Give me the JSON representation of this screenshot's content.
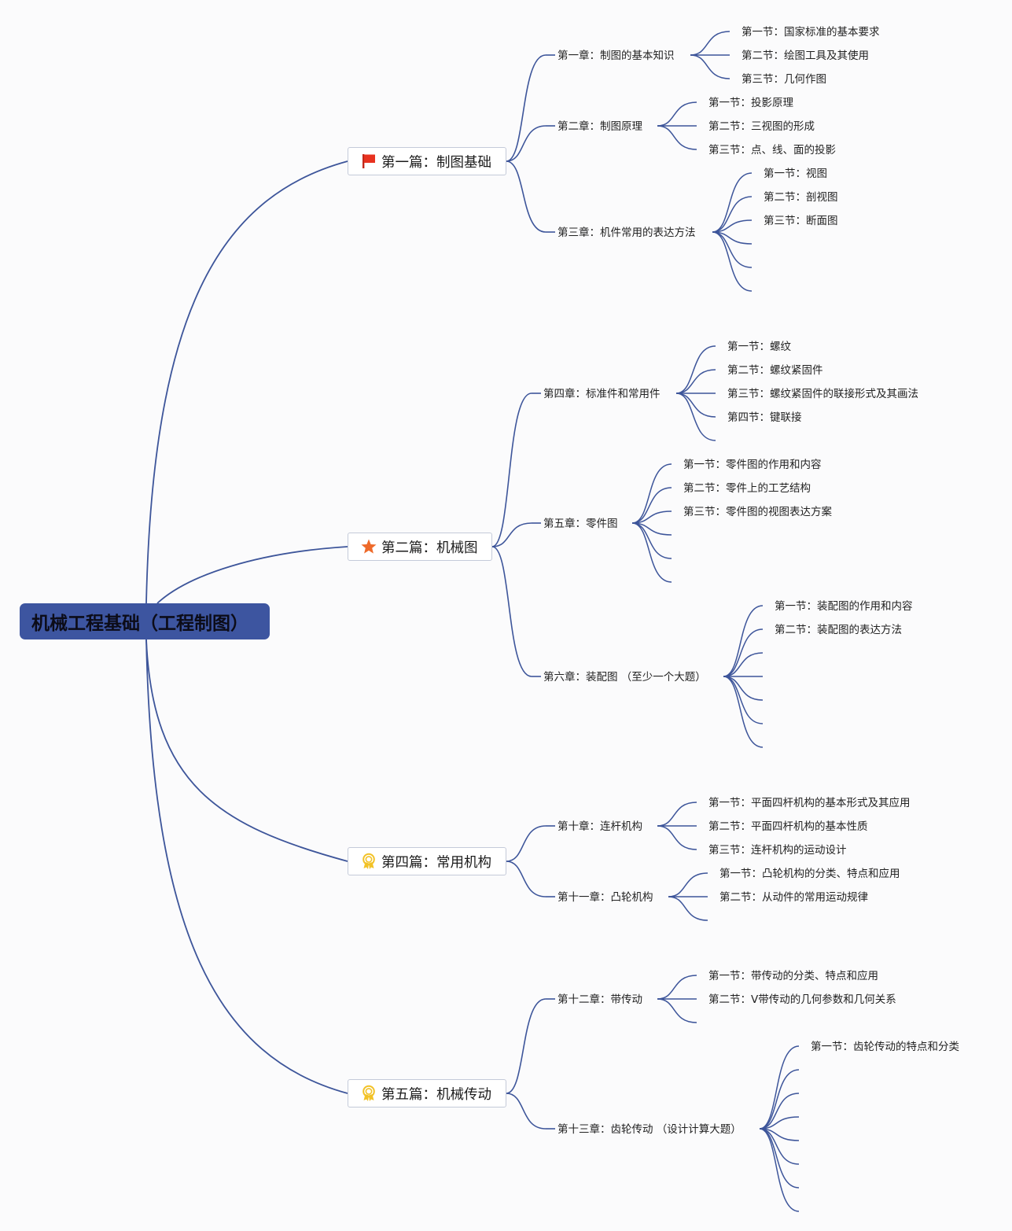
{
  "root": {
    "title": "机械工程基础（工程制图）"
  },
  "colors": {
    "line": "#3d559a",
    "root_fill": "#3d55a0",
    "flag": "#e8321f",
    "star": "#ee6a2a",
    "badge": "#f2c227"
  },
  "parts": [
    {
      "title": "第一篇：制图基础",
      "icon": "red-flag-icon",
      "chapters": [
        {
          "title": "第一章：制图的基本知识",
          "sections": [
            "第一节：国家标准的基本要求",
            "第二节：绘图工具及其使用",
            "第三节：几何作图"
          ]
        },
        {
          "title": "第二章：制图原理",
          "sections": [
            "第一节：投影原理",
            "第二节：三视图的形成",
            "第三节：点、线、面的投影"
          ]
        },
        {
          "title": "第三章：机件常用的表达方法",
          "sections": [
            "第一节：视图",
            "第二节：剖视图",
            "第三节：断面图",
            "",
            "",
            ""
          ]
        }
      ]
    },
    {
      "title": "第二篇：机械图",
      "icon": "orange-star-icon",
      "chapters": [
        {
          "title": "第四章：标准件和常用件",
          "sections": [
            "第一节：螺纹",
            "第二节：螺纹紧固件",
            "第三节：螺纹紧固件的联接形式及其画法",
            "第四节：键联接",
            ""
          ]
        },
        {
          "title": "第五章：零件图",
          "sections": [
            "第一节：零件图的作用和内容",
            "第二节：零件上的工艺结构",
            "第三节：零件图的视图表达方案",
            "",
            "",
            ""
          ]
        },
        {
          "title": "第六章：装配图 （至少一个大题）",
          "sections": [
            "第一节：装配图的作用和内容",
            "第二节：装配图的表达方法",
            "",
            "",
            "",
            "",
            ""
          ]
        }
      ]
    },
    {
      "title": "第四篇：常用机构",
      "icon": "award-badge-icon",
      "chapters": [
        {
          "title": "第十章：连杆机构",
          "sections": [
            "第一节：平面四杆机构的基本形式及其应用",
            "第二节：平面四杆机构的基本性质",
            "第三节：连杆机构的运动设计"
          ]
        },
        {
          "title": "第十一章：凸轮机构",
          "sections": [
            "第一节：凸轮机构的分类、特点和应用",
            "第二节：从动件的常用运动规律",
            ""
          ]
        }
      ]
    },
    {
      "title": "第五篇：机械传动",
      "icon": "award-badge-icon",
      "chapters": [
        {
          "title": "第十二章：带传动",
          "sections": [
            "第一节：带传动的分类、特点和应用",
            "第二节：V带传动的几何参数和几何关系",
            ""
          ]
        },
        {
          "title": "第十三章：齿轮传动 （设计计算大题）",
          "sections": [
            "第一节：齿轮传动的特点和分类",
            "",
            "",
            "",
            "",
            "",
            "",
            ""
          ]
        }
      ]
    }
  ]
}
